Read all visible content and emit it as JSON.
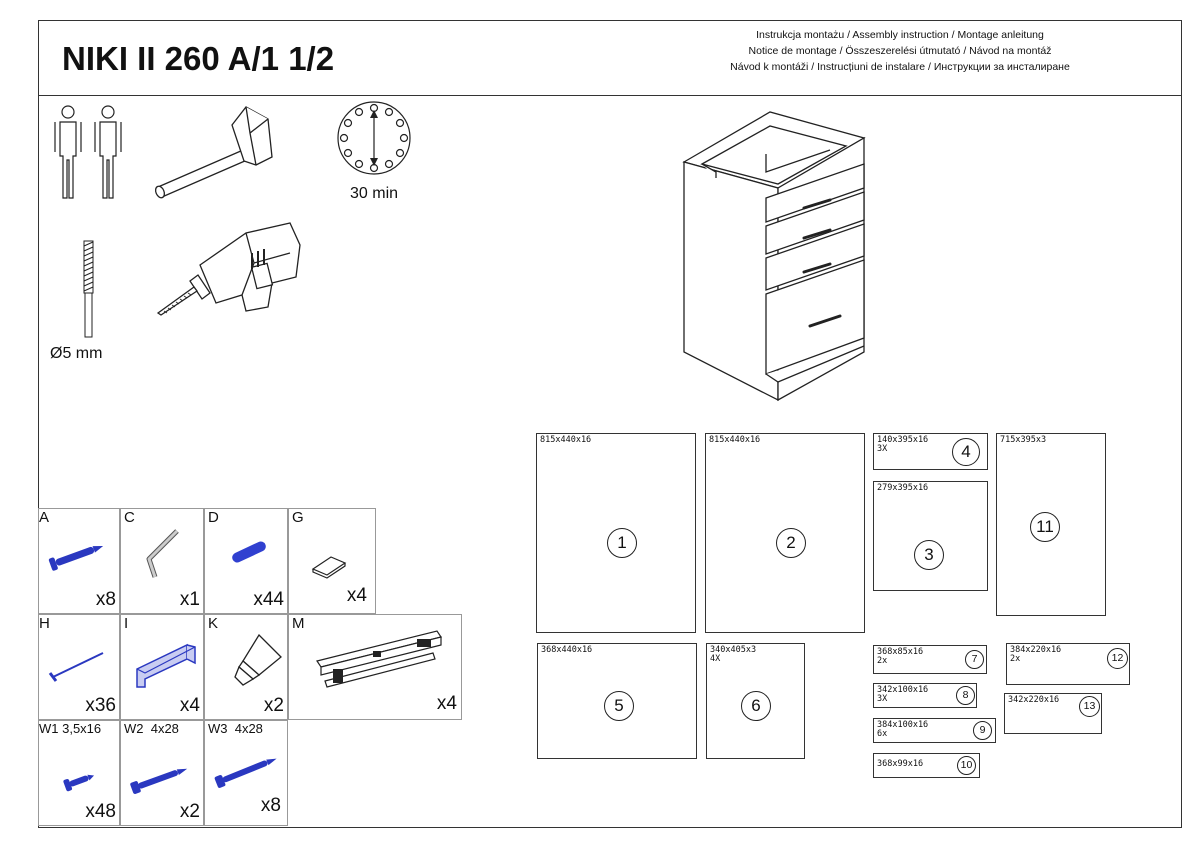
{
  "title": "NIKI II 260 A/1 1/2",
  "instructions": [
    "Instrukcja montażu / Assembly instruction / Montage anleitung",
    "Notice de montage / Összeszerelési útmutató / Návod na montáž",
    "Návod k montáži / Instrucțiuni de instalare / Инструкции за инсталиране"
  ],
  "tools": {
    "time": "30 min",
    "drill_bit": "Ø5 mm"
  },
  "hardware": [
    {
      "letter": "A",
      "qty": "x8",
      "icon": "screw-icon"
    },
    {
      "letter": "C",
      "qty": "x1",
      "icon": "allen-key-icon"
    },
    {
      "letter": "D",
      "qty": "x44",
      "icon": "dowel-icon"
    },
    {
      "letter": "G",
      "qty": "x4",
      "icon": "pad-icon"
    },
    {
      "letter": "H",
      "qty": "x36",
      "icon": "nail-icon"
    },
    {
      "letter": "I",
      "qty": "x4",
      "icon": "handle-icon"
    },
    {
      "letter": "K",
      "qty": "x2",
      "icon": "glue-tube-icon"
    },
    {
      "letter": "M",
      "qty": "x4",
      "icon": "drawer-slide-icon"
    },
    {
      "letter": "W1 3,5x16",
      "qty": "x48",
      "icon": "screw-icon"
    },
    {
      "letter": "W2  4x28",
      "qty": "x2",
      "icon": "screw-icon"
    },
    {
      "letter": "W3  4x28",
      "qty": "x8",
      "icon": "screw-icon"
    }
  ],
  "panels": [
    {
      "num": "1",
      "dim": "815x440x16"
    },
    {
      "num": "2",
      "dim": "815x440x16"
    },
    {
      "num": "4",
      "dim": "140x395x16\n3X"
    },
    {
      "num": "3",
      "dim": "279x395x16"
    },
    {
      "num": "11",
      "dim": "715x395x3"
    },
    {
      "num": "5",
      "dim": "368x440x16"
    },
    {
      "num": "6",
      "dim": "340x405x3\n4X"
    },
    {
      "num": "7",
      "dim": "368x85x16\n2x"
    },
    {
      "num": "8",
      "dim": "342x100x16\n3X"
    },
    {
      "num": "9",
      "dim": "384x100x16\n6x"
    },
    {
      "num": "10",
      "dim": "368x99x16"
    },
    {
      "num": "12",
      "dim": "384x220x16\n2x"
    },
    {
      "num": "13",
      "dim": "342x220x16"
    }
  ]
}
